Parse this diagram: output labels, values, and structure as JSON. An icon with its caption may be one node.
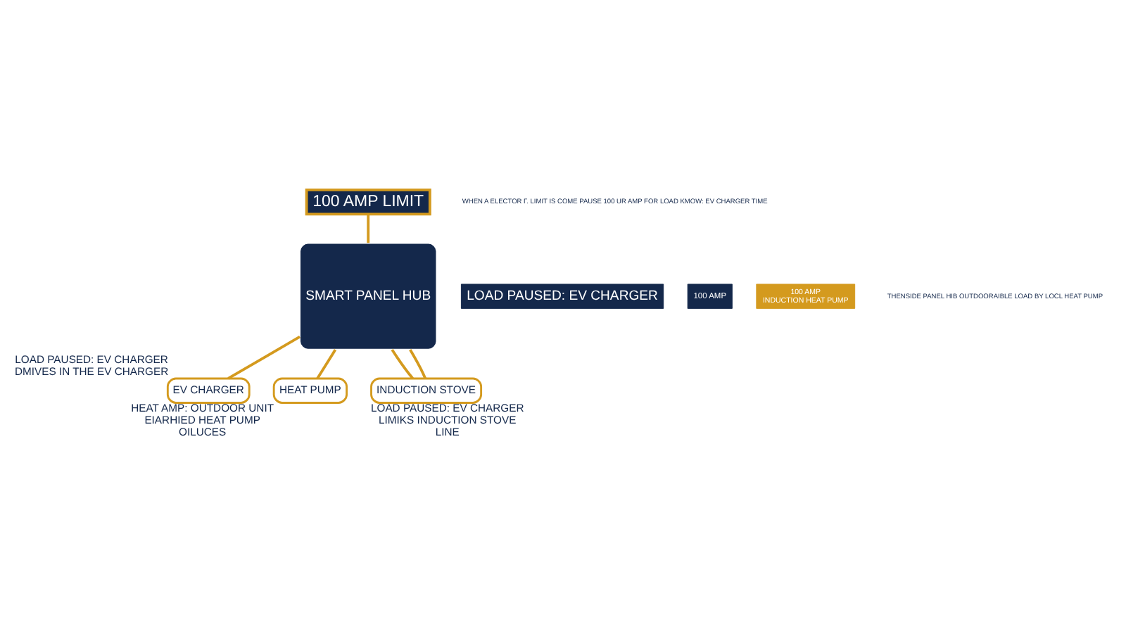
{
  "diagram": {
    "nodes": [
      {
        "text": [
          "100 AMP LIMIT"
        ]
      },
      {
        "text": [
          "SMART PANEL HUB"
        ]
      },
      {
        "text": [
          "EV CHARGER"
        ],
        "beside": [
          "LOAD PAUSED: EV CHARGER DMIVES IN THE EV CHARGER"
        ]
      },
      {
        "text": [
          "HEAT PUMP"
        ],
        "beside": [
          "HEAT AMP: OUTDOOR UNIT EIARHIED HEAT PUMP OILUCES"
        ]
      },
      {
        "text": [
          "INDUCTION STOVE"
        ],
        "beside": [
          "LOAD PAUSED: EV CHARGER LIMIKS INDUCTION STOVE LINE"
        ]
      },
      {
        "text": [
          "LOAD PAUSED: EV CHARGER"
        ]
      },
      {
        "text": [
          "100 AMP"
        ]
      },
      {
        "text": [
          "100 AMP",
          "INDUCTION HEAT PUMP"
        ]
      }
    ],
    "edges": [
      {
        "from": 0,
        "to": 1,
        "arrow": "none"
      },
      {
        "from": 1,
        "to": 2,
        "arrow": "none"
      },
      {
        "from": 1,
        "to": 3,
        "arrow": "none"
      },
      {
        "from": 1,
        "to": 4,
        "arrow": "none"
      },
      {
        "from": 1,
        "to": 4,
        "arrow": "none"
      }
    ],
    "labels": [
      "WHEN A ELECTOR Γ. LIMIT IS COME PAUSE 100 UR AMP FOR LOAD KMOW: EV CHARGER TIME",
      "THENSIDE PANEL HIB OUTDOORAIBLE LOAD BY LOCL HEAT PUMP"
    ]
  }
}
